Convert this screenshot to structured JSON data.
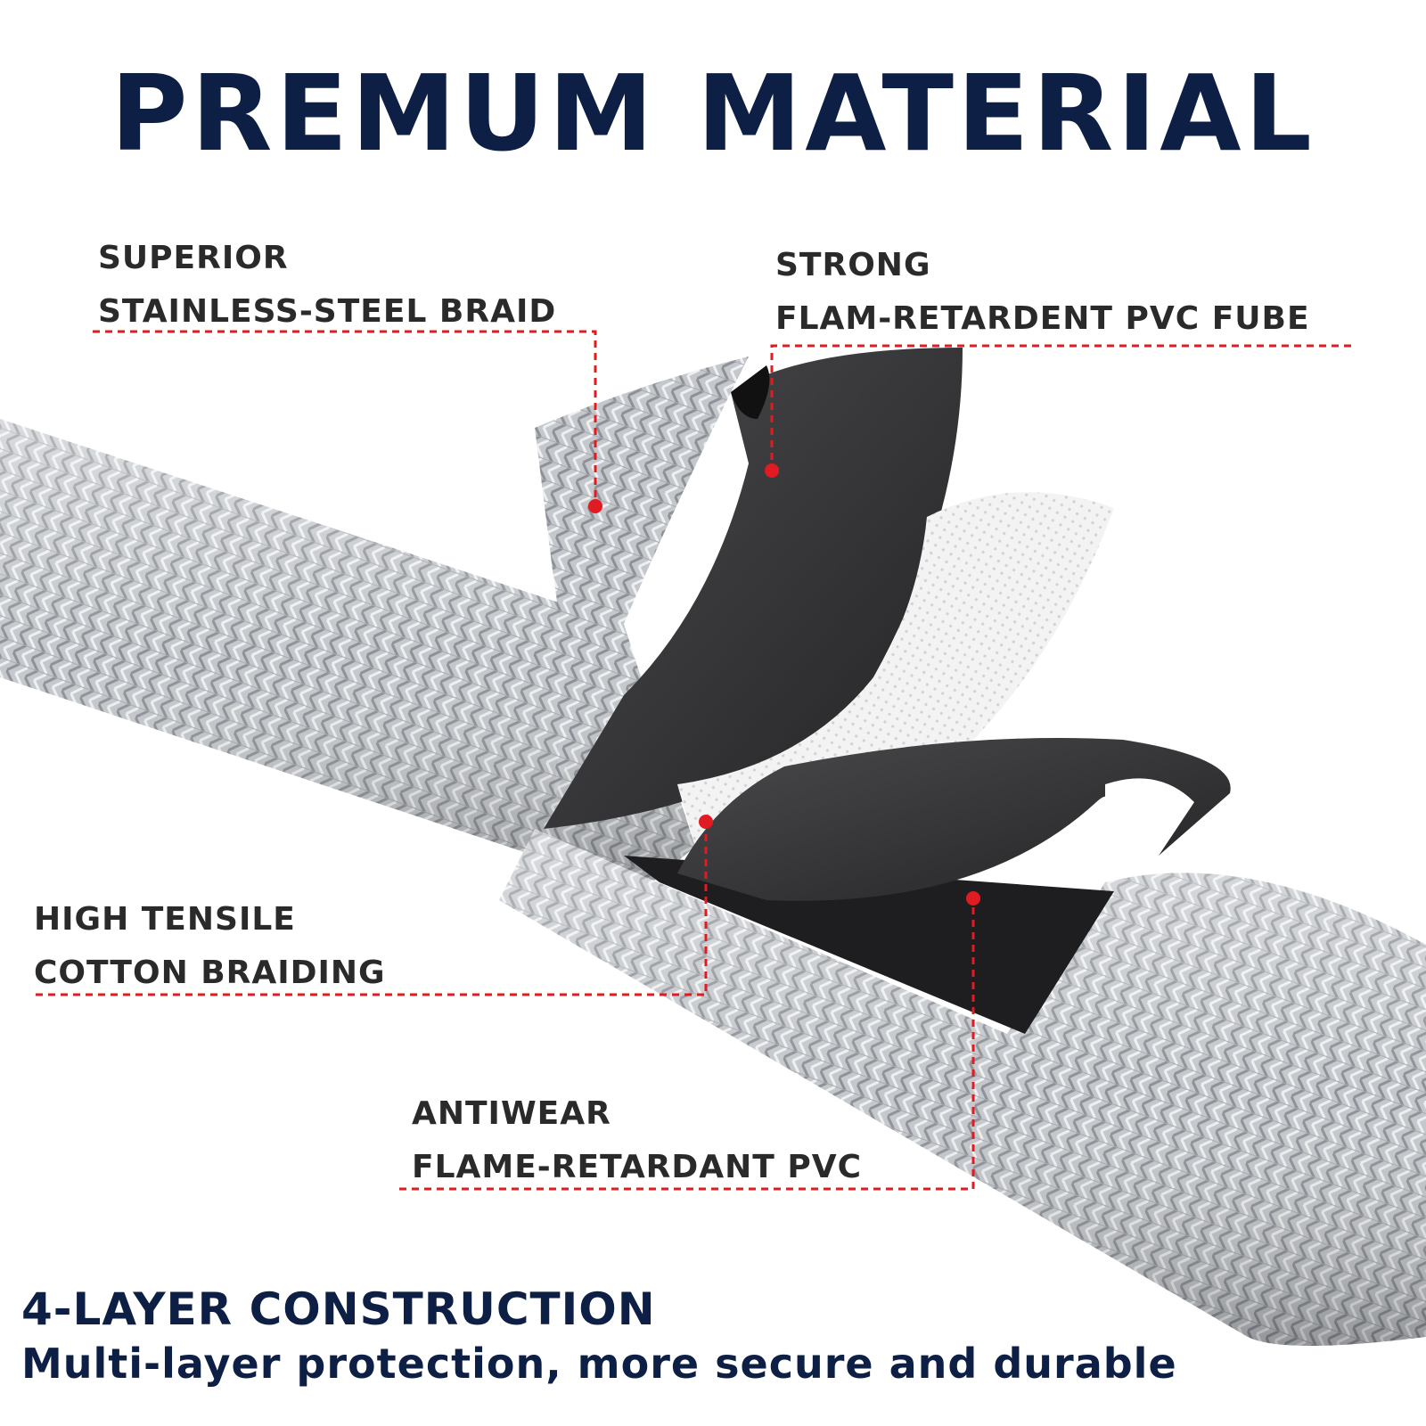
{
  "title": "PREMUM MATERIAL",
  "callouts": {
    "steel_braid": {
      "line1": "SUPERIOR",
      "line2": "STAINLESS-STEEL BRAID"
    },
    "pvc_tube": {
      "line1": "STRONG",
      "line2": "FLAM-RETARDENT PVC FUBE"
    },
    "cotton": {
      "line1": "HIGH TENSILE",
      "line2": "COTTON BRAIDING"
    },
    "antiwear": {
      "line1": "ANTIWEAR",
      "line2": "FLAME-RETARDANT PVC"
    }
  },
  "footer": {
    "heading": "4-LAYER CONSTRUCTION",
    "subheading": "Multi-layer protection, more secure and durable"
  },
  "colors": {
    "title": "#0e1f45",
    "label": "#2a2a2a",
    "leader": "#e11b22",
    "steel": "#b9bcc0",
    "pvc": "#3a3a3c",
    "cotton": "#f1f1f1"
  }
}
